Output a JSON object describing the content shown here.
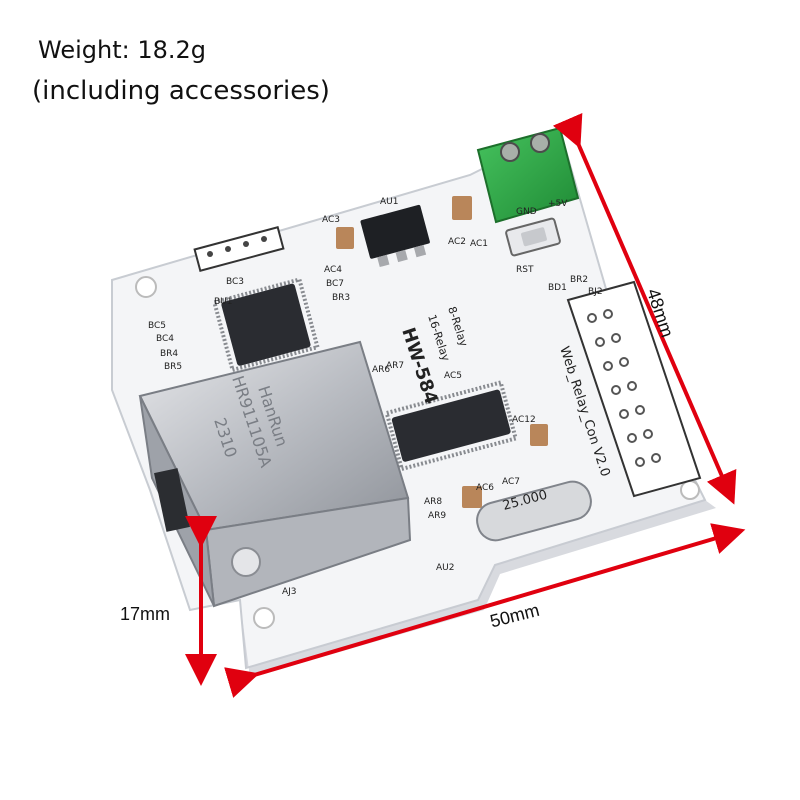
{
  "captions": {
    "weight": "Weight: 18.2g",
    "including": "(including accessories)"
  },
  "dimensions": {
    "height_label": "17mm",
    "width_label": "50mm",
    "depth_label": "48mm"
  },
  "board": {
    "model": "HW-584",
    "subtitle1": "16-Relay",
    "subtitle2": "8-Relay",
    "footer": "Web_Relay_Con V2.0",
    "crystal": "25.000",
    "rj45_brand": "HanRun",
    "rj45_part": "HR911105A",
    "rj45_code": "2310",
    "labels": [
      "AC3",
      "AU1",
      "AC2",
      "AC1",
      "BU1",
      "BC3",
      "BC5",
      "BC4",
      "BR4",
      "BR5",
      "BR3",
      "BC7",
      "AC4",
      "AR6",
      "AR7",
      "AC5",
      "AC12",
      "AR8",
      "AR9",
      "AC6",
      "AC7",
      "AU2",
      "AJ3",
      "BJ2",
      "BD1",
      "BR2",
      "RST",
      "GND",
      "+5V"
    ]
  },
  "colors": {
    "arrow": "#e0000f",
    "board": "#f4f5f7",
    "terminal": "#2fae48",
    "rj45_metal": "#c9cbd0"
  }
}
